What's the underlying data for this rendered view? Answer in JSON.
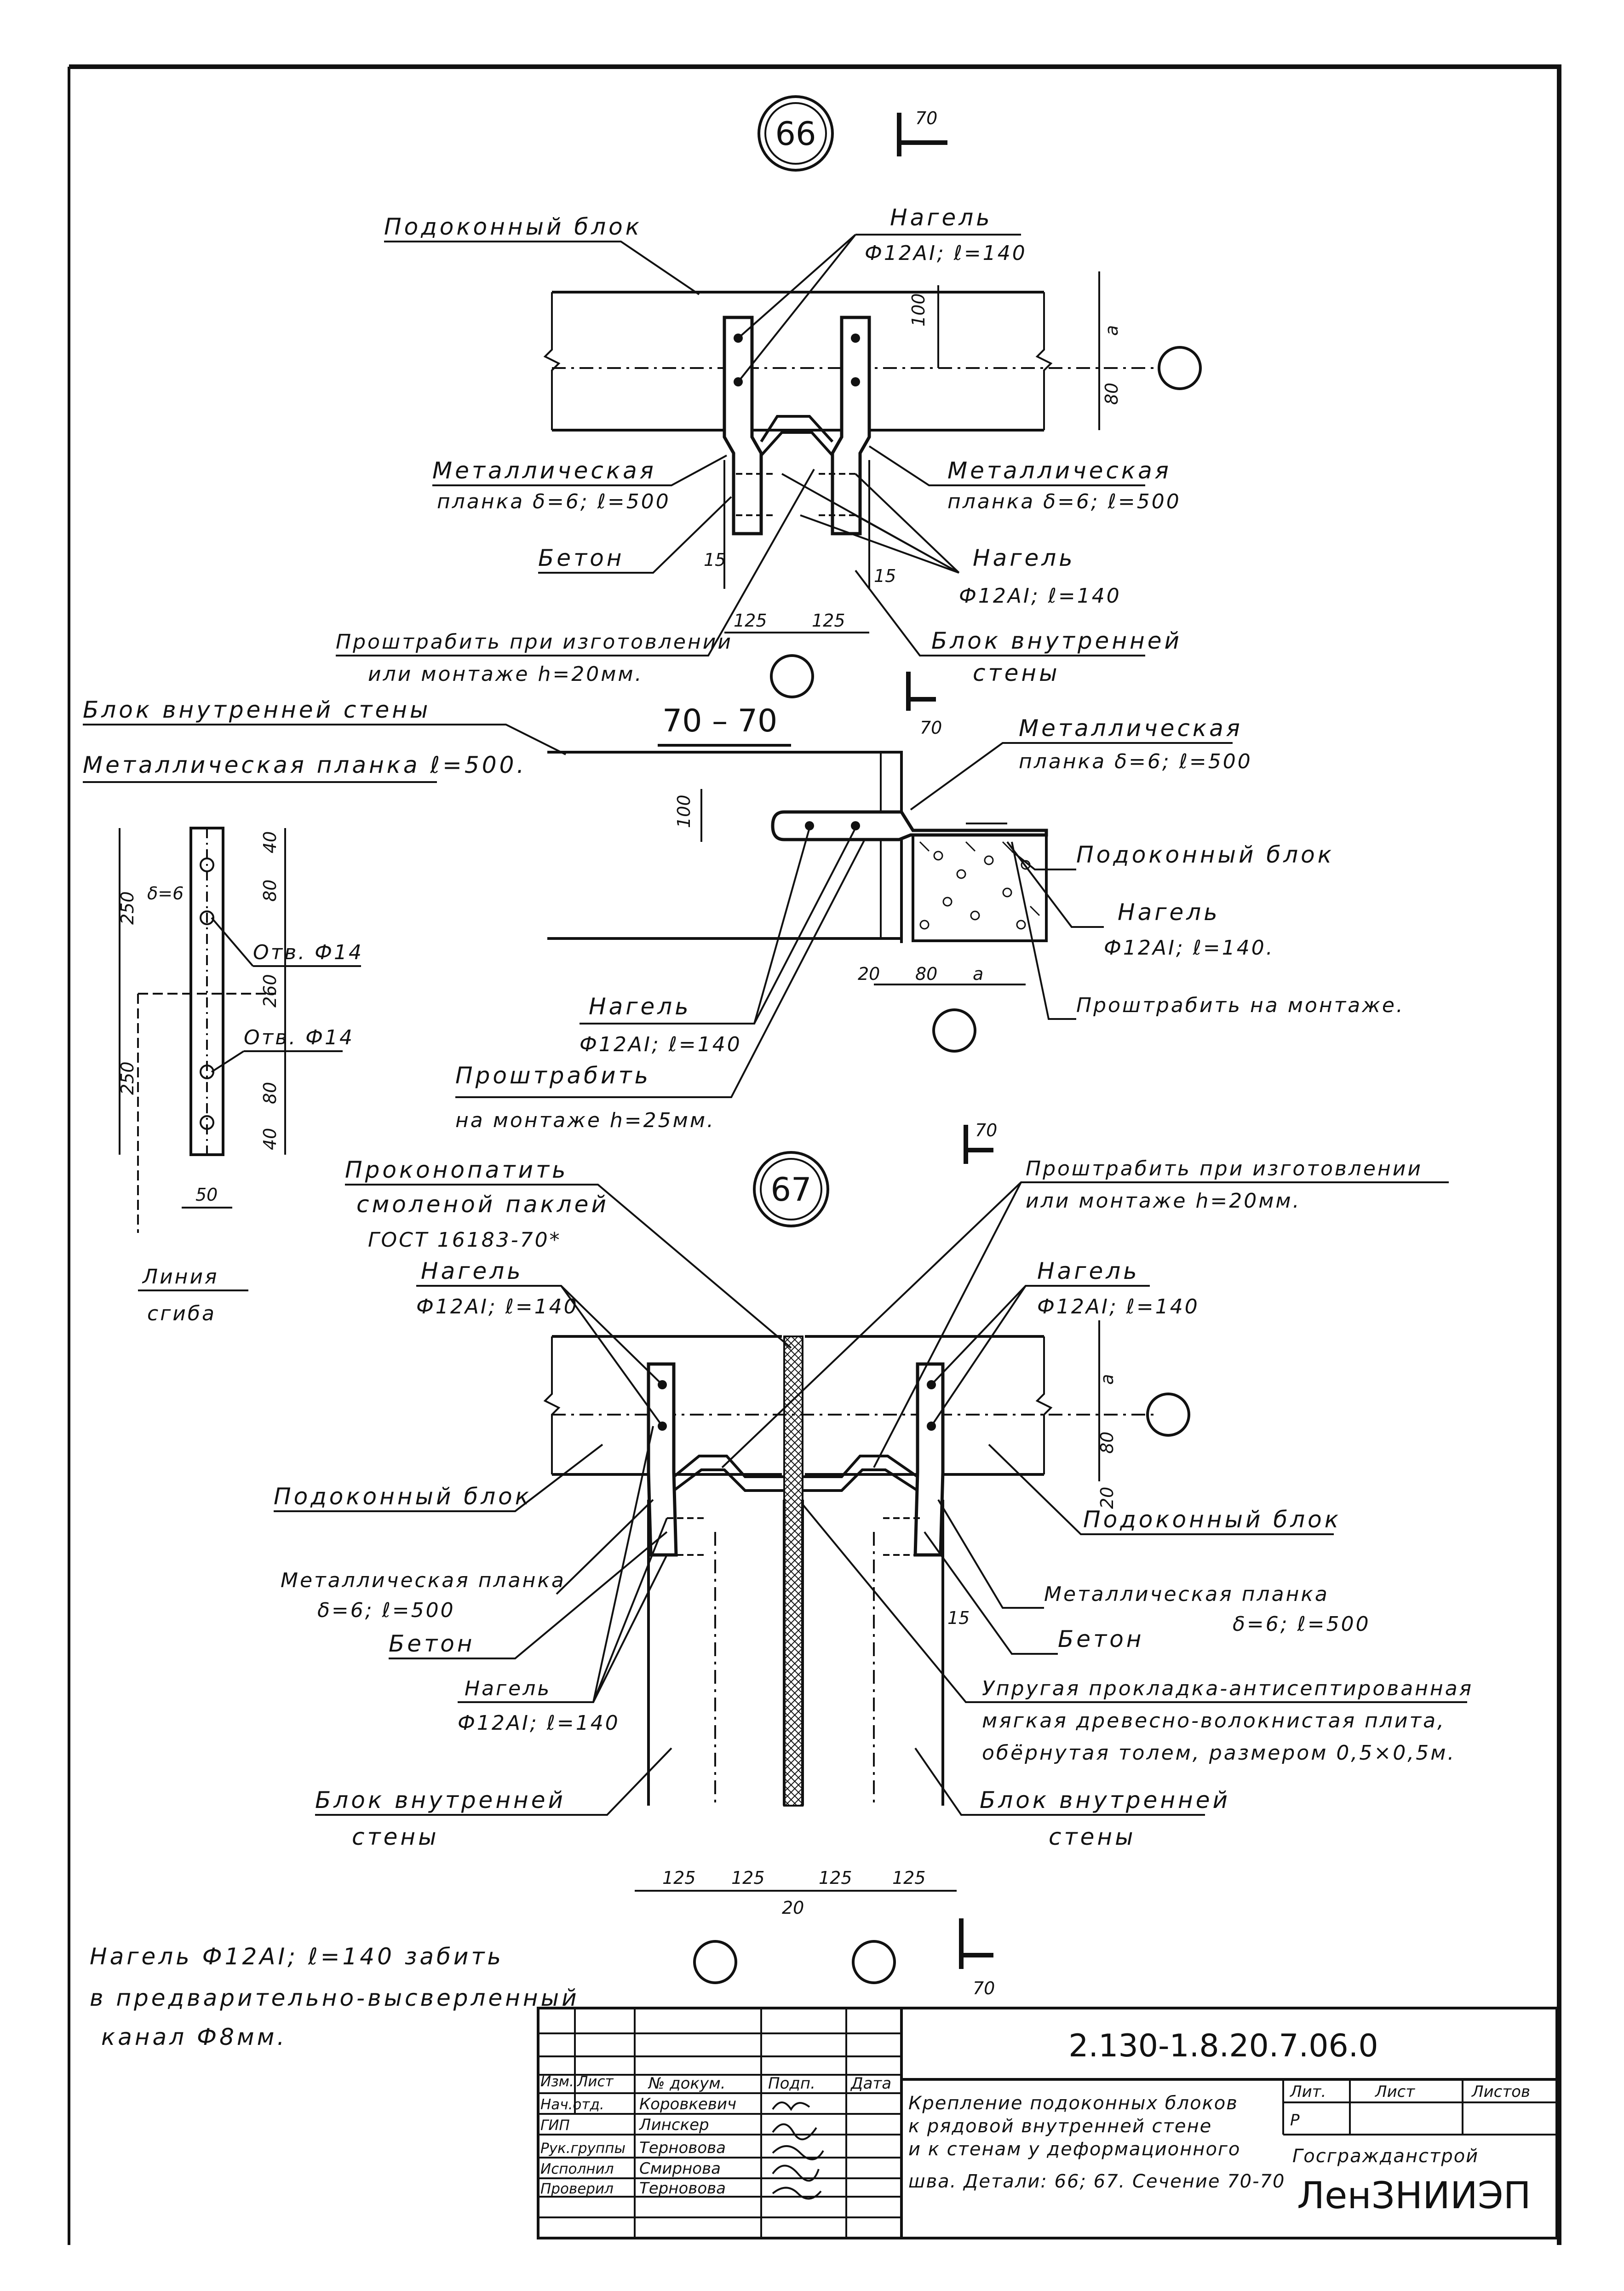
{
  "detail_66": {
    "mark": "66",
    "section_mark": "70",
    "label_podokonny_blok": "Подоконный блок",
    "label_nagel_top": "Нагель",
    "label_nagel_top_spec": "Ф12АI; ℓ=140",
    "label_metal_left": "Металлическая",
    "label_metal_left_spec": "планка δ=6; ℓ=500",
    "label_metal_right": "Металлическая",
    "label_metal_right_spec": "планка δ=6; ℓ=500",
    "label_beton": "Бетон",
    "label_nagel_right": "Нагель",
    "label_nagel_right_spec": "Ф12АI; ℓ=140",
    "label_groove": "Проштрабить при изготовлении",
    "label_groove_spec": "или монтаже h=20мм.",
    "label_wall_block": "Блок внутренней",
    "label_wall_block_2": "стены",
    "dim_100": "100",
    "dim_80": "80",
    "dim_a": "a",
    "dim_15_left": "15",
    "dim_15_right": "15",
    "dim_125_left": "125",
    "dim_125_right": "125",
    "section_mark_bottom": "70"
  },
  "section_70": {
    "title": "70 – 70",
    "label_wall": "Блок внутренней стены",
    "label_plate": "Металлическая планка ℓ=500.",
    "label_metal": "Металлическая",
    "label_metal_spec": "планка δ=6; ℓ=500",
    "label_podokonny": "Подоконный блок",
    "label_nagel": "Нагель",
    "label_nagel_spec": "Ф12АI; ℓ=140.",
    "label_groove": "Проштрабить на монтаже.",
    "label_nagel_2": "Нагель",
    "label_nagel_2_spec": "Ф12АI; ℓ=140",
    "label_groove_2": "Проштрабить",
    "label_groove_2_spec": "на монтаже h=25мм.",
    "dim_100": "100",
    "dim_20": "20",
    "dim_80": "80",
    "dim_a": "a"
  },
  "plate_detail": {
    "delta": "δ=6",
    "hole_1": "Отв. Ф14",
    "hole_2": "Отв. Ф14",
    "dim_250_top": "250",
    "dim_250_bottom": "250",
    "dim_40_a": "40",
    "dim_80_a": "80",
    "dim_260": "260",
    "dim_80_b": "80",
    "dim_40_b": "40",
    "dim_50": "50",
    "bend_line": "Линия",
    "bend_line_2": "сгиба"
  },
  "detail_67": {
    "mark": "67",
    "section_mark": "70",
    "label_caulk": "Проконопатить",
    "label_caulk_2": "смоленой паклей",
    "label_caulk_3": "ГОСТ 16183-70*",
    "label_groove": "Проштрабить при изготовлении",
    "label_groove_spec": "или монтаже h=20мм.",
    "label_nagel_left": "Нагель",
    "label_nagel_left_spec": "Ф12АI; ℓ=140",
    "label_nagel_right": "Нагель",
    "label_nagel_right_spec": "Ф12АI; ℓ=140",
    "label_podokonny_left": "Подоконный блок",
    "label_podokonny_right": "Подоконный блок",
    "label_metal_left": "Металлическая планка",
    "label_metal_left_spec": "δ=6; ℓ=500",
    "label_beton_left": "Бетон",
    "label_metal_right": "Металлическая планка",
    "label_metal_right_spec": "δ=6; ℓ=500",
    "label_beton_right": "Бетон",
    "label_nagel_bottom": "Нагель",
    "label_nagel_bottom_spec": "Ф12АI; ℓ=140",
    "label_gasket_1": "Упругая прокладка-антисептированная",
    "label_gasket_2": "мягкая древесно-волокнистая плита,",
    "label_gasket_3": "обёрнутая толем, размером 0,5×0,5м.",
    "label_wall_left": "Блок внутренней",
    "label_wall_left_2": "стены",
    "label_wall_right": "Блок внутренней",
    "label_wall_right_2": "стены",
    "dim_a": "a",
    "dim_80": "80",
    "dim_20": "20",
    "dim_15": "15",
    "dim_125_1": "125",
    "dim_125_2": "125",
    "dim_125_3": "125",
    "dim_125_4": "125",
    "dim_20_bottom": "20",
    "section_mark_bottom": "70"
  },
  "note": {
    "line_1": "Нагель Ф12АI; ℓ=140 забить",
    "line_2": "в предварительно-высверленный",
    "line_3": "канал Ф8мм."
  },
  "title_block": {
    "code": "2.130-1.8.20.7.06.0",
    "h_izm": "Изм.",
    "h_list": "Лист",
    "h_doc": "№ докум.",
    "h_sign": "Подп.",
    "h_date": "Дата",
    "r1_role": "Нач.отд.",
    "r1_name": "Коровкевич",
    "r2_role": "ГИП",
    "r2_name": "Линскер",
    "r3_role": "Рук.группы",
    "r3_name": "Терновова",
    "r4_role": "Исполнил",
    "r4_name": "Смирнова",
    "r5_role": "Проверил",
    "r5_name": "Терновова",
    "title_1": "Крепление подоконных блоков",
    "title_2": "к рядовой внутренней стене",
    "title_3": "и к стенам у деформационного",
    "title_4": "шва. Детали: 66; 67. Сечение 70-70",
    "h_lit": "Лит.",
    "h_sheet": "Лист",
    "h_sheets": "Листов",
    "lit_value": "Р",
    "org_1": "Госгражданстрой",
    "org_2": "ЛенЗНИИЭП"
  }
}
